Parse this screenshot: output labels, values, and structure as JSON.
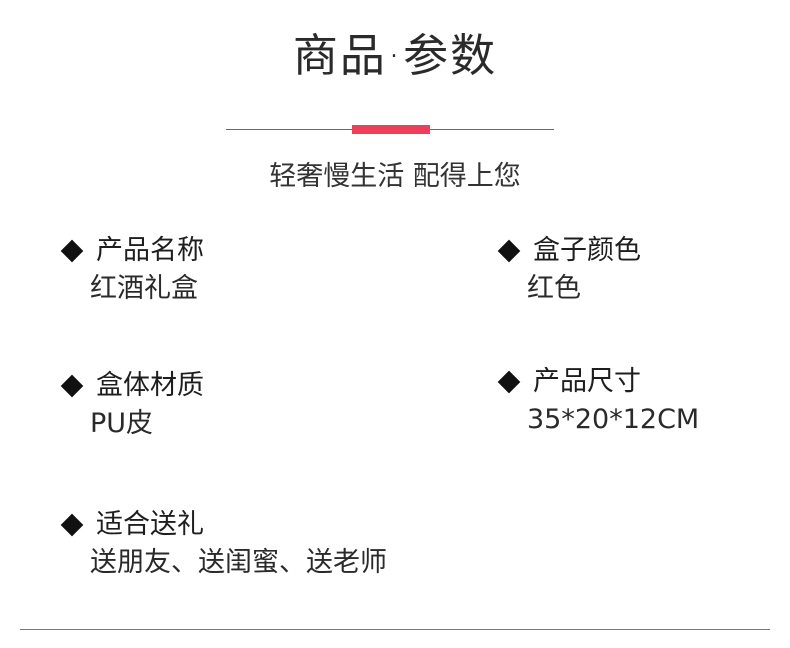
{
  "header": {
    "title": "商品·参数",
    "subtitle": "轻奢慢生活 配得上您",
    "accent_color": "#ee3e58"
  },
  "specs": [
    {
      "label": "产品名称",
      "value": "红酒礼盒"
    },
    {
      "label": "盒子颜色",
      "value": "红色"
    },
    {
      "label": "盒体材质",
      "value": "PU皮"
    },
    {
      "label": "产品尺寸",
      "value": "35*20*12CM"
    },
    {
      "label": "适合送礼",
      "value": "送朋友、送闺蜜、送老师"
    }
  ],
  "icons": {
    "bullet": "diamond-bullet-icon"
  }
}
